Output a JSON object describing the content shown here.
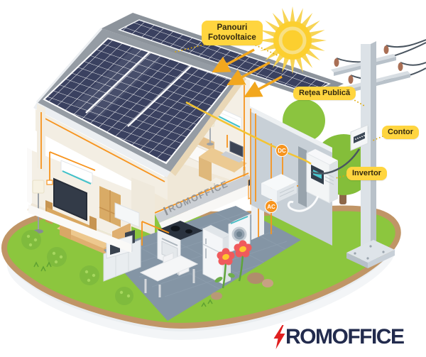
{
  "callouts": {
    "panels": {
      "line1": "Panouri",
      "line2": "Fotovoltaice"
    },
    "public_grid": {
      "label": "Rețea Publică"
    },
    "meter": {
      "label": "Contor"
    },
    "inverter": {
      "label": "Invertor"
    }
  },
  "wire_badges": {
    "dc": "DC",
    "ac": "AC"
  },
  "branding": {
    "watermark": "ROMOFFICE",
    "logo_text": "ROMOFFICE",
    "logo_icon": "lightning-bolt"
  },
  "icons": {
    "sun": "sun-icon",
    "logo_bolt": "lightning-bolt-icon"
  },
  "colors": {
    "callout_bg": "#FFD53F",
    "callout_text": "#33290F",
    "wire_orange": "#F7941E",
    "wire_dc_yellow": "#F3C433",
    "badge_orange": "#F7941E",
    "panel_navy": "#3A4160",
    "roof_gray": "#959CA4",
    "lawn_green": "#8CC63E",
    "path_tan": "#C09566",
    "logo_navy": "#222B4D",
    "logo_red": "#E02020",
    "sun_yellow": "#FCCF2F"
  }
}
